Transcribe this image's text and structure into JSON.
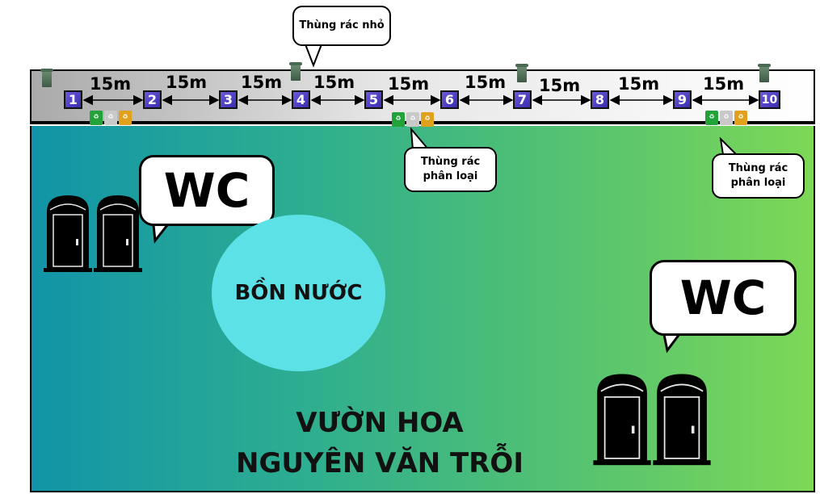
{
  "road": {
    "stops": [
      "1",
      "2",
      "3",
      "4",
      "5",
      "6",
      "7",
      "8",
      "9",
      "10"
    ],
    "distances": [
      "15m",
      "15m",
      "15m",
      "15m",
      "15m",
      "15m",
      "15m",
      "15m",
      "15m"
    ]
  },
  "callouts": {
    "small_bin": "Thùng rác nhỏ",
    "sorted_bin_1": "Thùng rác phân loại",
    "sorted_bin_2": "Thùng rác phân loại"
  },
  "wc": {
    "left": "WC",
    "right": "WC"
  },
  "tank": {
    "label": "BỒN NƯỚC"
  },
  "park": {
    "name_line1": "VƯỜN HOA",
    "name_line2": "NGUYÊN VĂN TRỖI"
  },
  "colors": {
    "stop_fill": "#4b3fc8",
    "park_left": "#1194a8",
    "park_right": "#7dd856",
    "tank": "#5ce1e6",
    "bin_green": "#22a33a",
    "bin_gray": "#c9c9c9",
    "bin_yellow": "#e0a21c"
  },
  "icons": {
    "small_bin": "trash-can-icon",
    "sorted_bins": "recycling-bins-icon",
    "toilet": "portable-toilet-icon"
  }
}
